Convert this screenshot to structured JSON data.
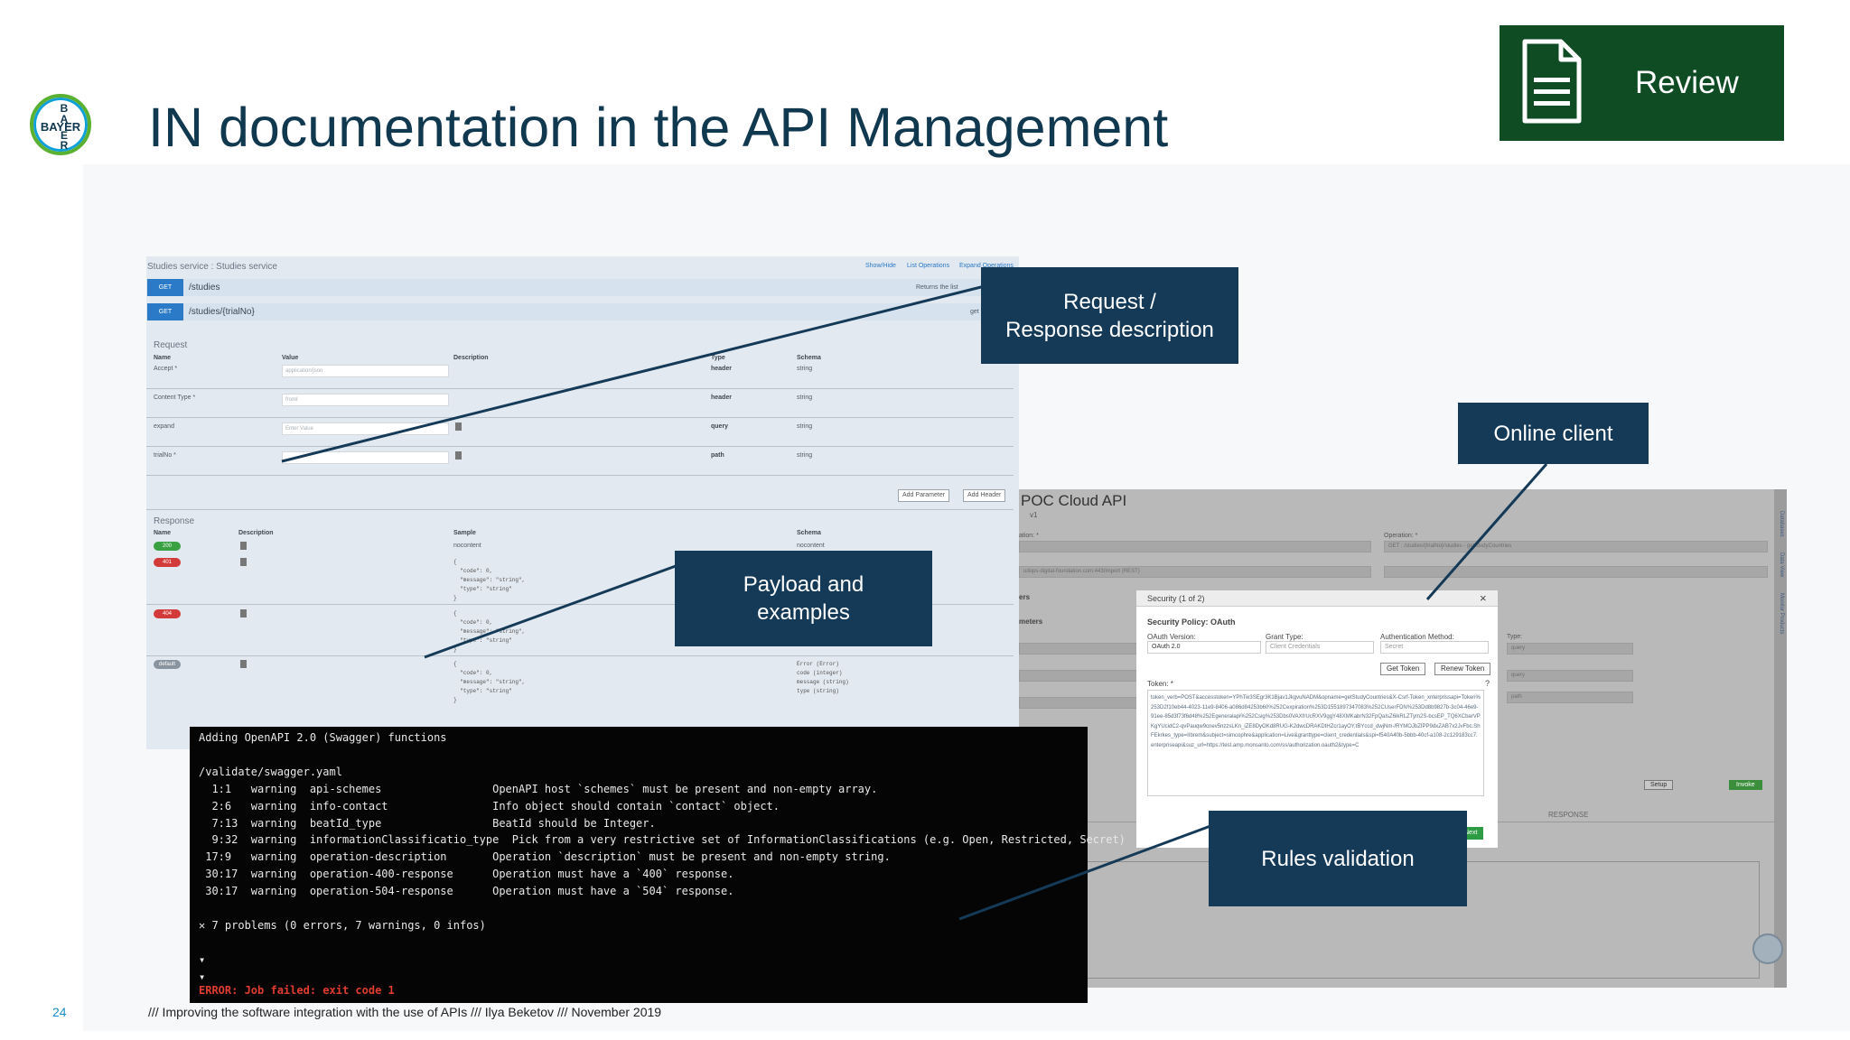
{
  "logo": {
    "text": "BAYER",
    "letters_top": [
      "B",
      "A"
    ],
    "letters_bottom": [
      "E",
      "R"
    ],
    "colors": {
      "green": "#5ab031",
      "blue": "#10a0d8"
    }
  },
  "title": "IN documentation in the API Management",
  "review_badge": {
    "label": "Review",
    "icon": "document-icon",
    "color": "#0f4c24"
  },
  "swagger": {
    "breadcrumb": "Studies service : Studies service",
    "links": [
      "Show/Hide",
      "List Operations",
      "Expand Operations"
    ],
    "endpoints": [
      {
        "method": "GET",
        "path": "/studies",
        "note": "Returns the list"
      },
      {
        "method": "GET",
        "path": "/studies/{trialNo}",
        "note": "get"
      }
    ],
    "request": {
      "title": "Request",
      "headers": [
        "Name",
        "Value",
        "Description",
        "Type",
        "Schema"
      ],
      "rows": [
        {
          "name": "Accept *",
          "value": "application/json",
          "type": "header",
          "schema": "string"
        },
        {
          "name": "Content Type *",
          "value": "fromI",
          "type": "header",
          "schema": "string"
        },
        {
          "name": "expand",
          "value": "Enter Value",
          "type": "query",
          "schema": "string"
        },
        {
          "name": "trialNo *",
          "value": "",
          "type": "path",
          "schema": "string"
        }
      ],
      "buttons": [
        "Add Parameter",
        "Add Header"
      ]
    },
    "response": {
      "title": "Response",
      "headers": [
        "Name",
        "Description",
        "Sample",
        "Schema"
      ],
      "rows": [
        {
          "code": "200",
          "color": "#3aa142",
          "sample": "nocontent",
          "schema": "nocontent"
        },
        {
          "code": "401",
          "color": "#d33b3b",
          "sample": "{\n  \"code\": 0,\n  \"message\": \"string\",\n  \"type\": \"string\"\n}"
        },
        {
          "code": "404",
          "color": "#d33b3b",
          "sample": "{\n  \"code\": 0,\n  \"message\": \"string\",\n  \"type\": \"string\"\n}"
        },
        {
          "code": "default",
          "color": "#8a949e",
          "sample": "{\n  \"code\": 0,\n  \"message\": \"string\",\n  \"type\": \"string\"\n}",
          "schema": "Error (Error)\ncode (integer)\nmessage (string)\ntype (string)"
        }
      ]
    }
  },
  "client": {
    "title": "POC Cloud API",
    "version": "v1",
    "labels": [
      "ation: *",
      "ers",
      "meters"
    ],
    "operation_label": "Operation: *",
    "operation_value": "GET : /studies/{trialNo}/studies - getStudyCountries",
    "server_value": "udops-digital-foundation.com:443/import (REST)",
    "type_label": "Type:",
    "type_values": [
      "query",
      "query",
      "path"
    ],
    "buttons": [
      "Setup",
      "Invoke"
    ],
    "response_label": "RESPONSE",
    "side_tabs": [
      "Databases",
      "Data View",
      "Monitor Products"
    ],
    "dialog": {
      "title": "Security (1 of 2)",
      "policy": "Security Policy: OAuth",
      "oauth_label": "OAuth Version:",
      "oauth_value": "OAuth 2.0",
      "grant_label": "Grant Type:",
      "grant_value": "Client Credentials",
      "auth_label": "Authentication Method:",
      "auth_value": "Secret",
      "buttons": [
        "Get Token",
        "Renew Token"
      ],
      "token_label": "Token: *",
      "token_value": "token_verb=POST&accesstoken=YPhTw3SEgr3K1Bjav1JkgvuNADM&opname=getStudyCountries&X-Csrf-Token_xnterprissapi=Token%253D2f10eb44-4023-11e9-8406-a086d84253b60%252Cexpiration%253D1551897347083%252CUserFDN%253Dd8b9827b-3c04-46e9-91ee-85d3f73f6d48%252Egeneralapi%252Csig%253Dbs0VAXfrUcRXV9ggY48XMKabrN32FpQaIsZ6ikRLZTym2S-bcsEP_TQ6XCbarVPKgYUcidC2-qvPauqw9cnev5nzzsLKn_iZE8DyOKd8RUG-K2dwcDRAKDtHZcr1ayOY,tBYccd_dwjNm-/RYMOJbZIPP9dxZAB7x2JvFbc.ShFEkrkes_type=IIbrem&subject=simcophre&application=Live&granttype=client_credentials&spi=f540A40b-5bbb-40cf-a108-2c129183cc7.enterpriseapi&suz_url=https://test.amp.monsanto.com/ss/authorization.oauth2&type=C",
      "next": "Next"
    }
  },
  "terminal": {
    "lines": [
      "Adding OpenAPI 2.0 (Swagger) functions",
      "",
      "/validate/swagger.yaml",
      "  1:1   warning  api-schemes                 OpenAPI host `schemes` must be present and non-empty array.",
      "  2:6   warning  info-contact                Info object should contain `contact` object.",
      "  7:13  warning  beatId_type                 BeatId should be Integer.",
      "  9:32  warning  informationClassificatio_type  Pick from a very restrictive set of InformationClassifications (e.g. Open, Restricted, Secret)",
      " 17:9   warning  operation-description       Operation `description` must be present and non-empty string.",
      " 30:17  warning  operation-400-response      Operation must have a `400` response.",
      " 30:17  warning  operation-504-response      Operation must have a `504` response.",
      "",
      "✕ 7 problems (0 errors, 7 warnings, 0 infos)",
      "",
      "▾",
      "▾"
    ],
    "error": "ERROR: Job failed: exit code 1"
  },
  "callouts": {
    "request_response": "Request /\nResponse description",
    "online_client": "Online client",
    "payload": "Payload and\nexamples",
    "rules": "Rules validation"
  },
  "footer": {
    "page": "24",
    "text": "/// Improving the software integration with the use of APIs /// Ilya Beketov /// November 2019"
  }
}
